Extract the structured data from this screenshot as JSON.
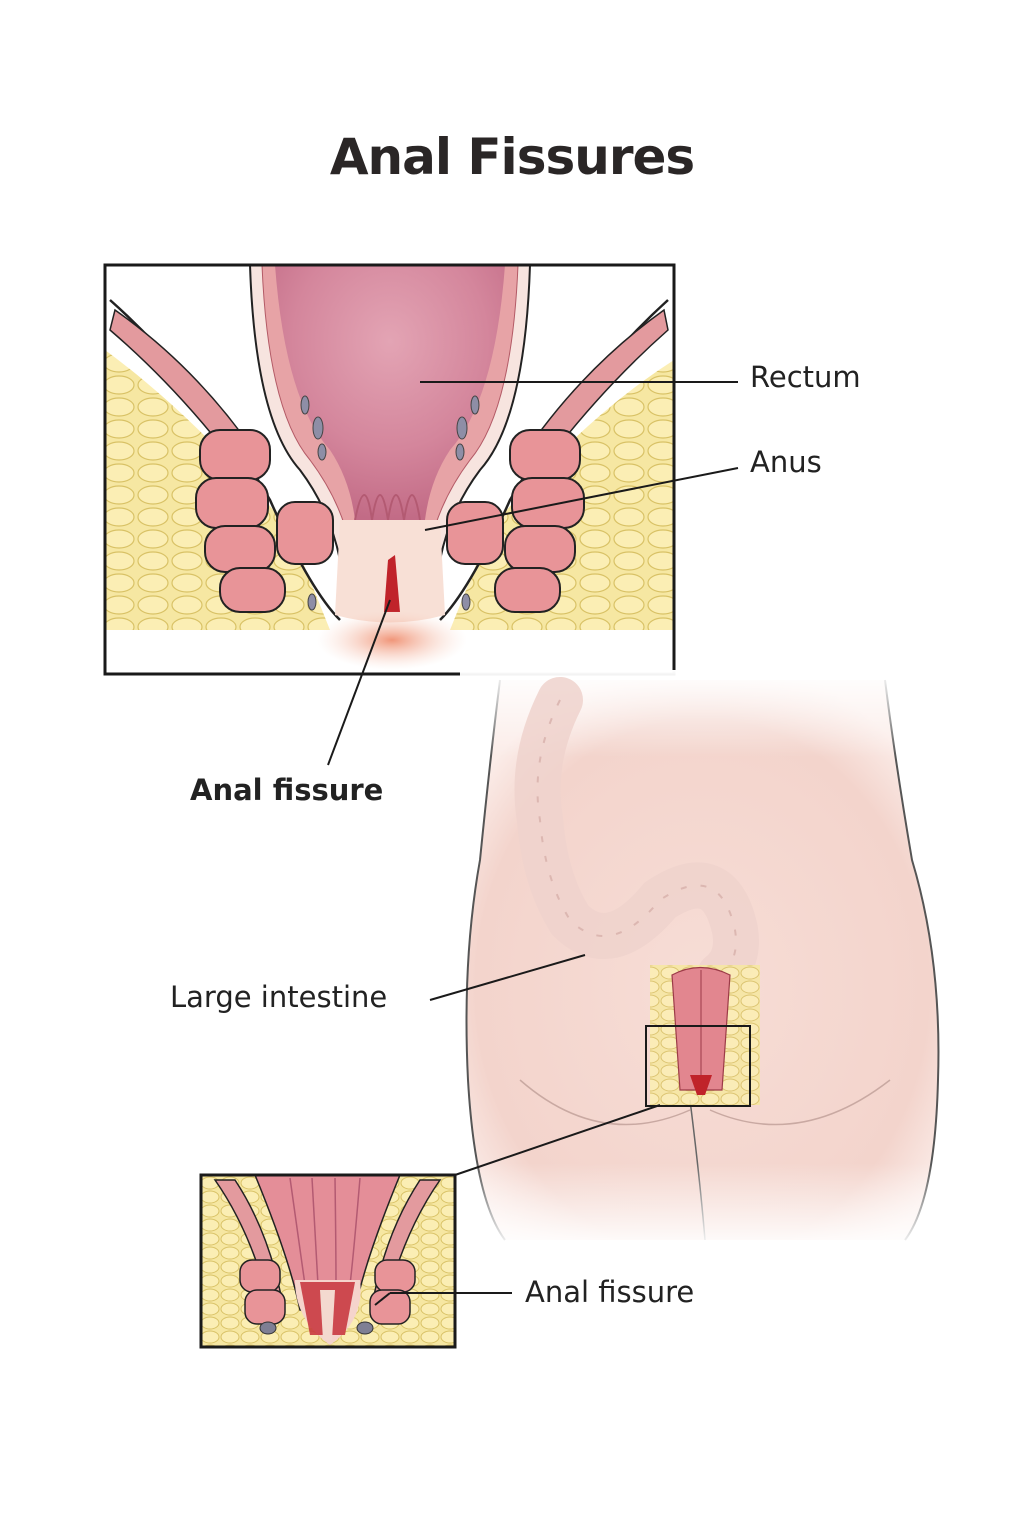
{
  "title": "Anal Fissures",
  "labels": {
    "rectum": "Rectum",
    "anus": "Anus",
    "anal_fissure_main": "Anal fissure",
    "large_intestine": "Large intestine",
    "anal_fissure_detail": "Anal fissure"
  },
  "colors": {
    "frame": "#1a1a1a",
    "mucosa": "#e7a3a6",
    "mucosa_dark": "#c9697a",
    "rectum_inner": "#d88a9c",
    "fat": "#f5e49a",
    "fat_line": "#d8c25a",
    "skin": "#f6ddd6",
    "fissure": "#c0232a",
    "vessel": "#8a8aa0"
  }
}
